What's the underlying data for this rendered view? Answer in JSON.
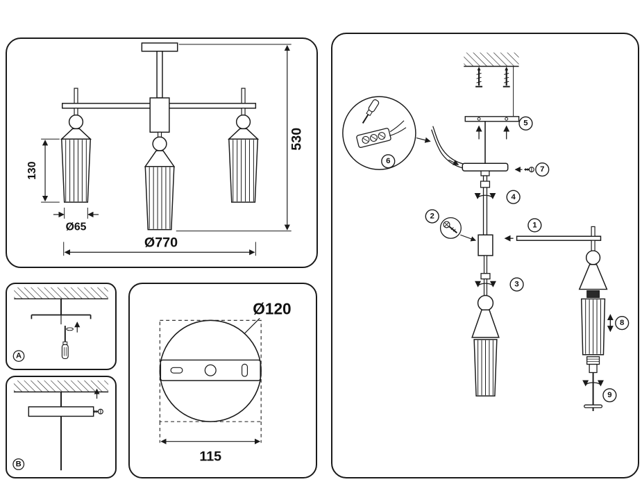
{
  "sheet": {
    "background": "#ffffff",
    "line_color": "#1a1a1a"
  },
  "overview": {
    "shade_height": "130",
    "shade_diameter": "Ø65",
    "overall_width": "Ø770",
    "overall_height": "530"
  },
  "mount_variants": {
    "a_label": "A",
    "b_label": "B"
  },
  "canopy": {
    "diameter": "Ø120",
    "mount_width": "115"
  },
  "assembly": {
    "steps": [
      "1",
      "2",
      "3",
      "4",
      "5",
      "6",
      "7",
      "8",
      "9"
    ]
  }
}
